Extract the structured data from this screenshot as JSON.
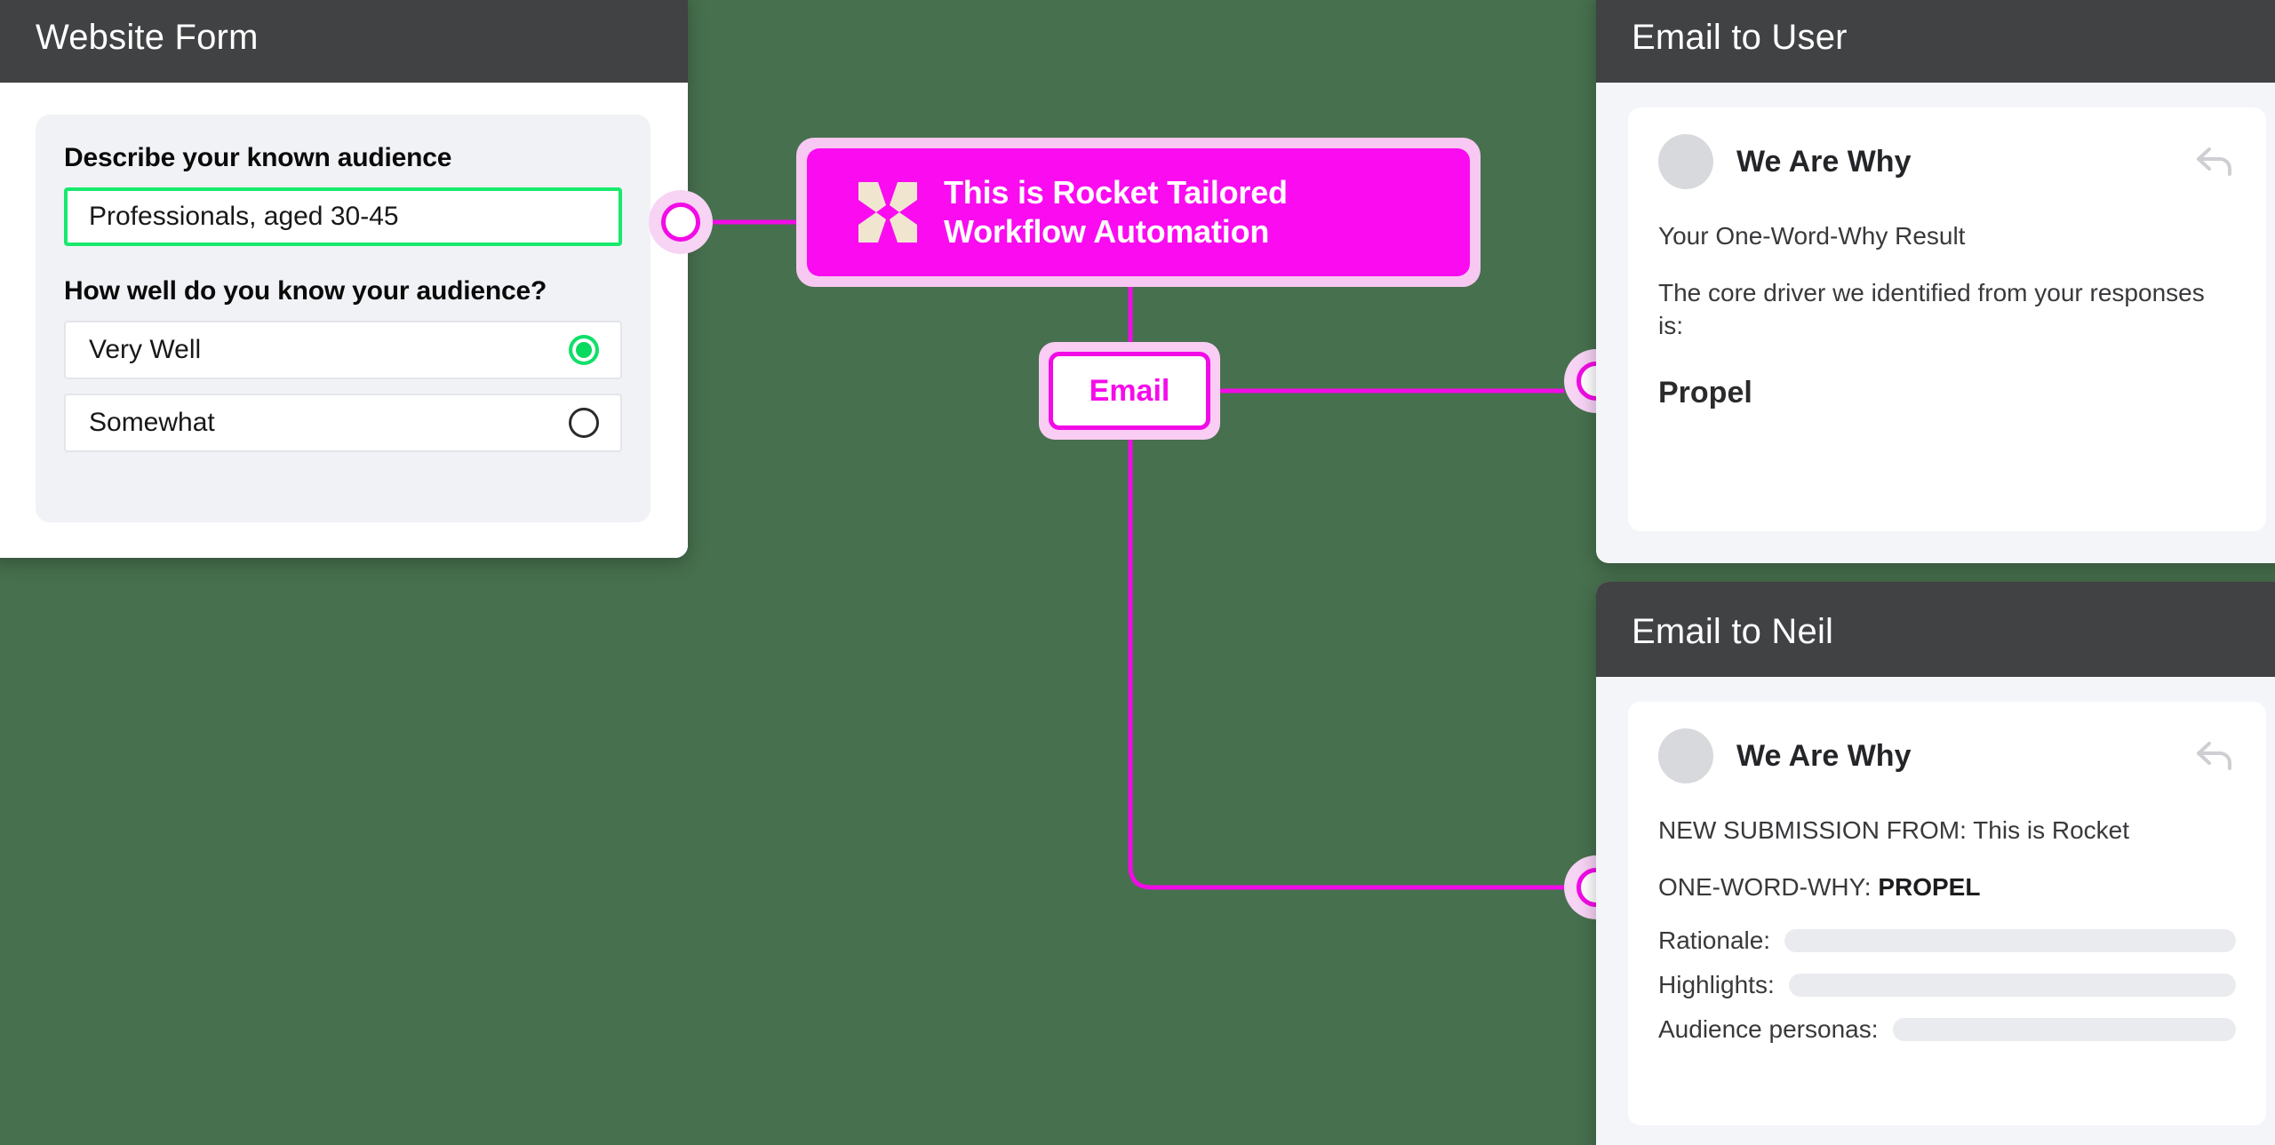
{
  "canvas": {
    "background_color": "#47704E",
    "accent_color": "#FA0BF0",
    "accent_soft_color": "#F7C8F2",
    "success_color": "#08D95F",
    "header_color": "#414244"
  },
  "website_form": {
    "title": "Website Form",
    "audience_label": "Describe your known audience",
    "audience_value": "Professionals, aged 30-45",
    "knowledge_label": "How well do you know your audience?",
    "options": [
      {
        "label": "Very Well",
        "selected": true
      },
      {
        "label": "Somewhat",
        "selected": false
      }
    ]
  },
  "rocket_node": {
    "title_line1": "This is Rocket Tailored",
    "title_line2": "Workflow Automation",
    "logo_name": "rocket-butterfly-logo"
  },
  "email_node": {
    "label": "Email"
  },
  "email_to_user": {
    "title": "Email to User",
    "sender": "We Are Why",
    "subject": "Your One-Word-Why Result",
    "body": "The core driver we identified from your responses is:",
    "result": "Propel",
    "reply_icon": "reply-arrow-icon"
  },
  "email_to_neil": {
    "title": "Email to Neil",
    "sender": "We Are Why",
    "submission_line": "NEW SUBMISSION FROM: This is Rocket",
    "one_word_why_label": "ONE-WORD-WHY: ",
    "one_word_why_value": "PROPEL",
    "fields": [
      {
        "label": "Rationale:"
      },
      {
        "label": "Highlights:"
      },
      {
        "label": "Audience personas:"
      }
    ],
    "reply_icon": "reply-arrow-icon"
  }
}
